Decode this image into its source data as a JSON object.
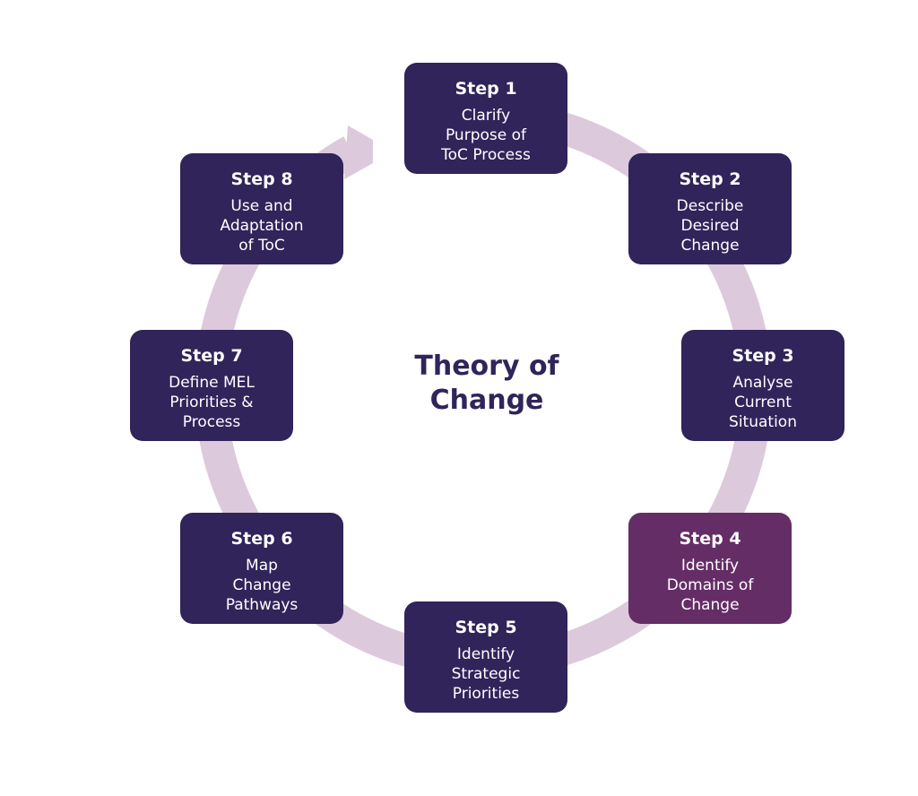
{
  "title": "Theory of\nChange",
  "colors": {
    "box": "#30245a",
    "highlight": "#642d66",
    "ring": "#ddc9dc",
    "text": "#30245a"
  },
  "steps": [
    {
      "label": "Step 1",
      "desc": "Clarify\nPurpose of\nToC Process"
    },
    {
      "label": "Step 2",
      "desc": "Describe\nDesired\nChange"
    },
    {
      "label": "Step 3",
      "desc": "Analyse\nCurrent\nSituation"
    },
    {
      "label": "Step 4",
      "desc": "Identify\nDomains of\nChange",
      "highlighted": true
    },
    {
      "label": "Step 5",
      "desc": "Identify\nStrategic\nPriorities"
    },
    {
      "label": "Step 6",
      "desc": "Map\nChange\nPathways"
    },
    {
      "label": "Step 7",
      "desc": "Define MEL\nPriorities &\nProcess"
    },
    {
      "label": "Step 8",
      "desc": "Use and\nAdaptation\nof ToC"
    }
  ]
}
